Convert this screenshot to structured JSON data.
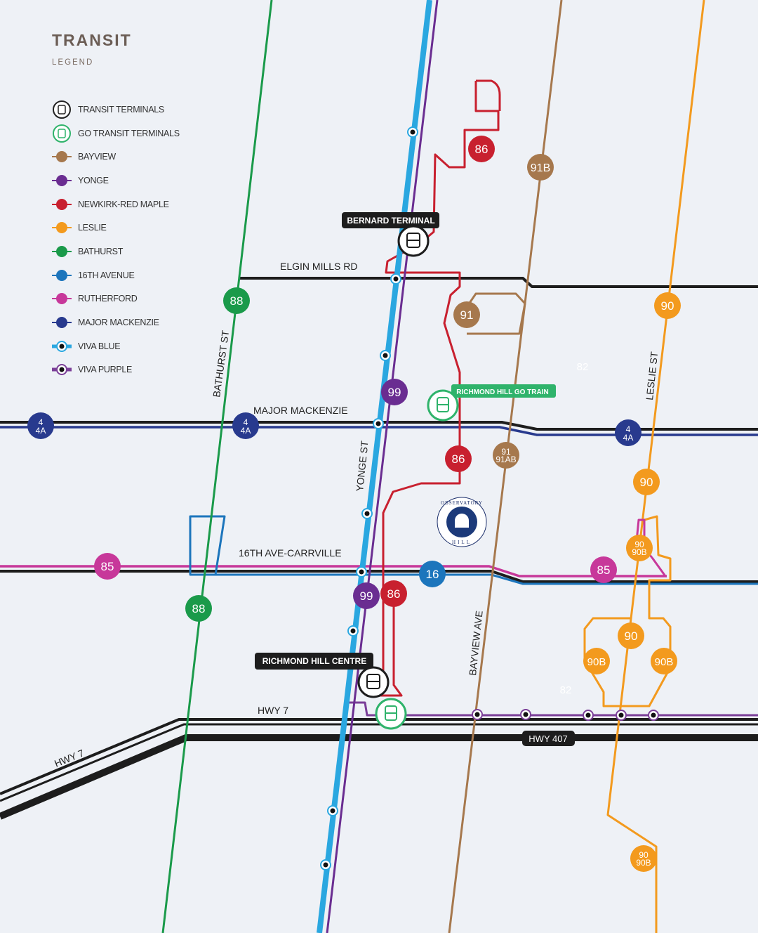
{
  "legend": {
    "title": "TRANSIT",
    "subtitle": "LEGEND",
    "items": [
      {
        "label": "TRANSIT TERMINALS",
        "icon": "bus-terminal-icon",
        "color": "#222222"
      },
      {
        "label": "GO TRANSIT TERMINALS",
        "icon": "train-terminal-icon",
        "color": "#2fb36b"
      },
      {
        "label": "BAYVIEW",
        "icon": "route-dot",
        "color": "#a6784d"
      },
      {
        "label": "YONGE",
        "icon": "route-dot",
        "color": "#6a2d91"
      },
      {
        "label": "NEWKIRK-RED MAPLE",
        "icon": "route-dot",
        "color": "#c8202f"
      },
      {
        "label": "LESLIE",
        "icon": "route-dot",
        "color": "#f39a1e"
      },
      {
        "label": "BATHURST",
        "icon": "route-dot",
        "color": "#1a9a4a"
      },
      {
        "label": "16TH AVENUE",
        "icon": "route-dot",
        "color": "#1c75bc"
      },
      {
        "label": "RUTHERFORD",
        "icon": "route-dot",
        "color": "#c7389a"
      },
      {
        "label": "MAJOR MACKENZIE",
        "icon": "route-dot",
        "color": "#283a8e"
      },
      {
        "label": "VIVA BLUE",
        "icon": "viva-station",
        "color": "#2aa7e0"
      },
      {
        "label": "VIVA PURPLE",
        "icon": "viva-station",
        "color": "#7b3f98"
      }
    ]
  },
  "roads": {
    "elgin": "ELGIN MILLS RD",
    "major": "MAJOR MACKENZIE",
    "sixteenth": "16TH AVE-CARRVILLE",
    "hwy7": "HWY 7",
    "hwy7_west": "HWY 7",
    "hwy407": "HWY 407",
    "bathurst": "BATHURST ST",
    "yonge": "YONGE ST",
    "bayview": "BAYVIEW AVE",
    "leslie": "LESLIE ST"
  },
  "terminals": {
    "bernard": "BERNARD TERMINAL",
    "rhc": "RICHMOND HILL CENTRE",
    "go": "RICHMOND HILL GO TRAIN"
  },
  "routes": {
    "r86": "86",
    "r91b": "91B",
    "r88": "88",
    "r91": "91",
    "r90": "90",
    "r99": "99",
    "r4": "4",
    "r4a": "4A",
    "r91ab": "91AB",
    "r90b": "90B",
    "r85": "85",
    "r16": "16",
    "r82": "82"
  },
  "landmark": {
    "top": "OBSERVATORY",
    "bottom": "HILL"
  },
  "colors": {
    "background": "#eef1f6",
    "viva_blue": "#2aa7e0",
    "viva_purple": "#7b3f98"
  }
}
